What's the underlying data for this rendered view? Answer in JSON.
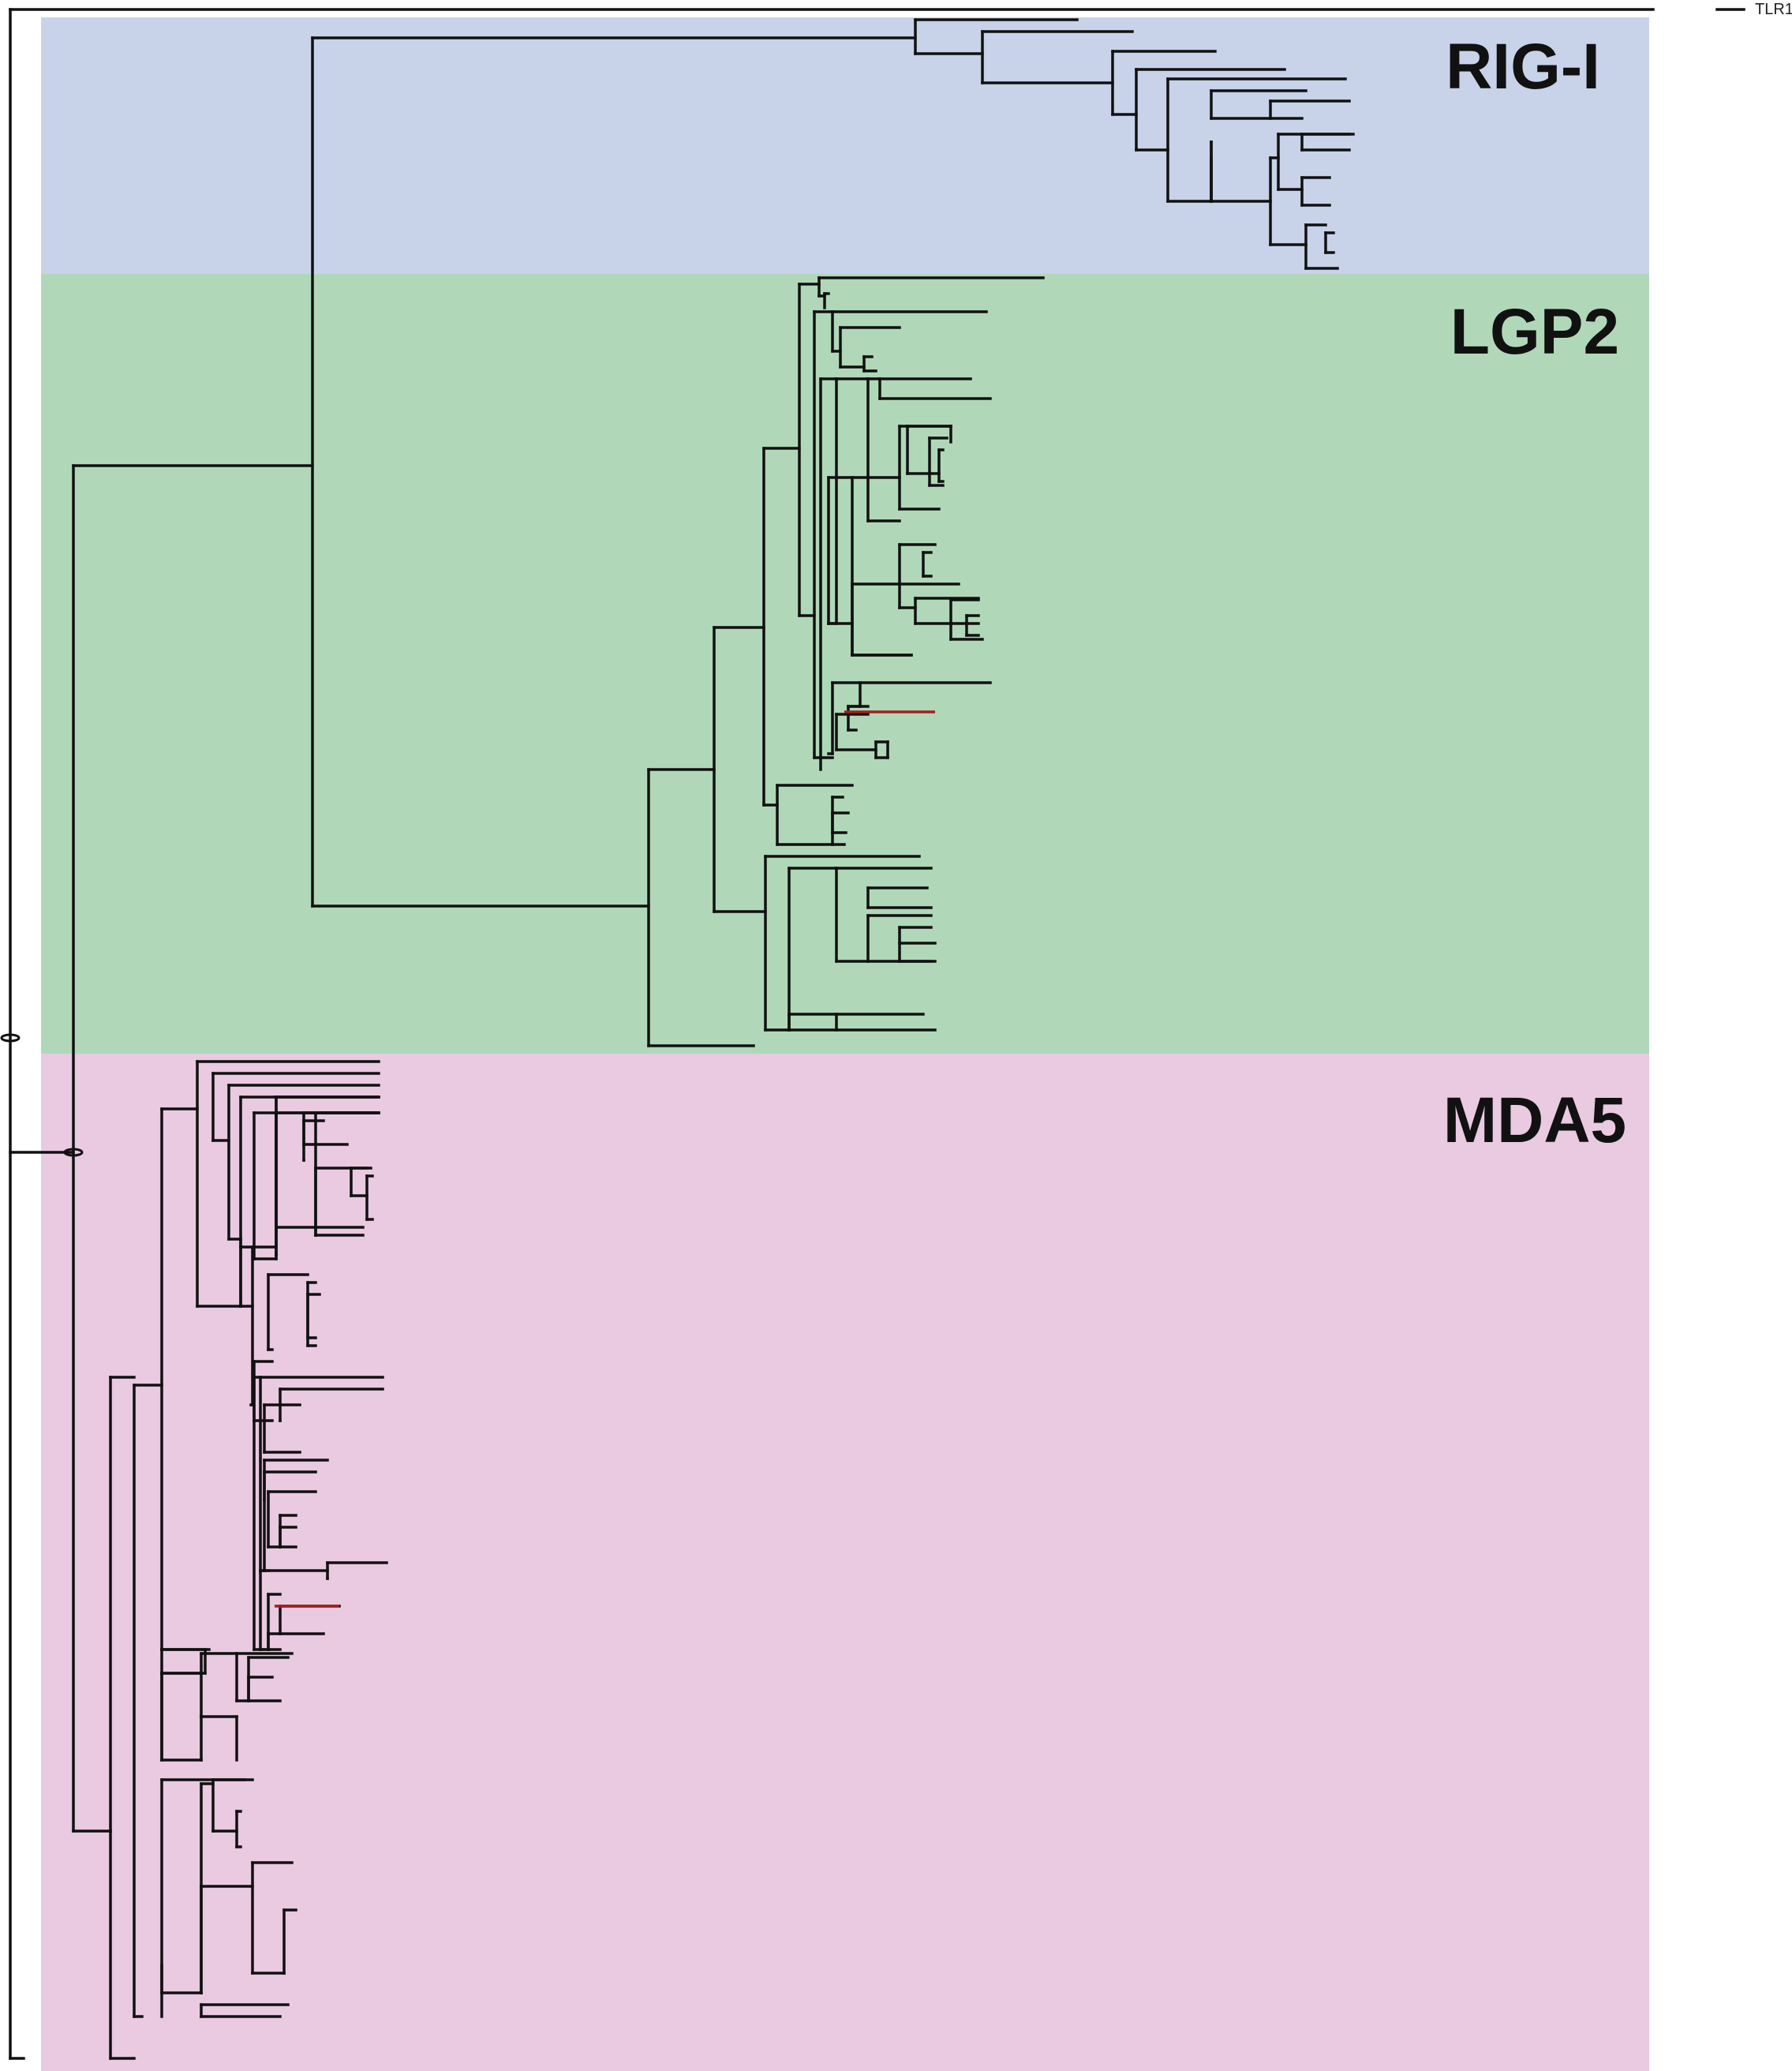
{
  "outgroup_label": "TLR1",
  "clades": [
    {
      "id": "rig-i",
      "label": "RIG-I",
      "color": "#c8d3ea"
    },
    {
      "id": "lgp2",
      "label": "LGP2",
      "color": "#b0d8b8"
    },
    {
      "id": "mda5",
      "label": "MDA5",
      "color": "#e9cae1"
    }
  ],
  "colors": {
    "branch": "#111111",
    "highlight": "#a11f1f"
  }
}
